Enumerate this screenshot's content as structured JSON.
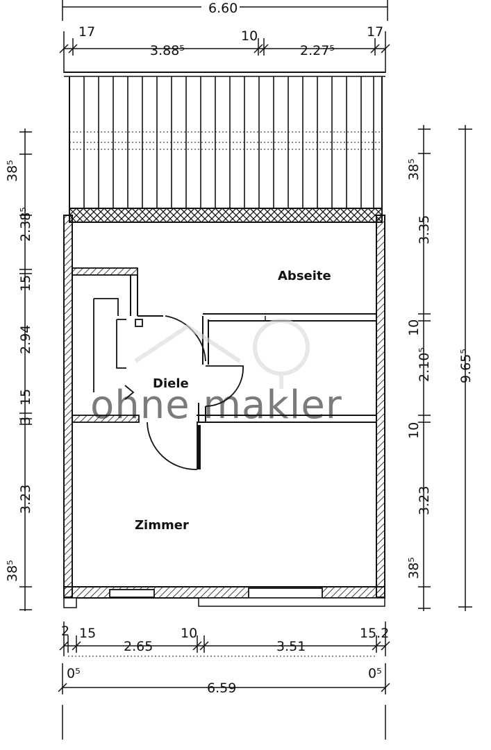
{
  "plan": {
    "rooms": {
      "abseite": "Abseite",
      "diele": "Diele",
      "zimmer": "Zimmer"
    },
    "watermark": "ohne makler",
    "top_dimensions": {
      "overall": "6.60",
      "left_wall": "17",
      "segment_1": "3.88⁵",
      "partition": "10",
      "segment_2": "2.27⁵",
      "right_wall": "17"
    },
    "bottom_dimensions": {
      "left_small_1": "2",
      "left_small_2": "15",
      "segment_1": "2.65",
      "partition": "10",
      "segment_2": "3.51",
      "right_small": "15.2",
      "offset_left": "0⁵",
      "offset_right": "0⁵",
      "overall": "6.59"
    },
    "left_dimensions": [
      "38⁵",
      "2.38⁵",
      "15",
      "2.94",
      "15",
      "3",
      "3.23",
      "38⁵"
    ],
    "right_dimensions": [
      "38⁵",
      "3.35",
      "10",
      "2.10⁵",
      "10",
      "3.23",
      "38⁵"
    ],
    "right_overall": "9.65⁵"
  },
  "colors": {
    "ink": "#111111",
    "watermark": "#d8d8d8"
  }
}
